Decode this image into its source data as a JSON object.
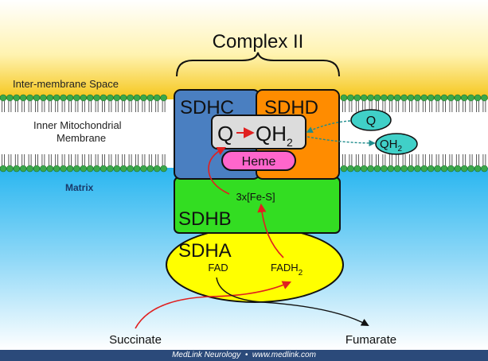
{
  "title": "Complex II",
  "regions": {
    "intermembrane": "Inter-membrane Space",
    "inner_membrane_line1": "Inner Mitochondrial",
    "inner_membrane_line2": "Membrane",
    "matrix": "Matrix"
  },
  "subunits": {
    "sdhc": "SDHC",
    "sdhd": "SDHD",
    "sdhb": "SDHB",
    "sdha": "SDHA"
  },
  "cofactors": {
    "q": "Q",
    "arrow": "→",
    "qh_base": "QH",
    "qh_sub": "2",
    "heme": "Heme",
    "fes": "3x[Fe-S]",
    "fad": "FAD",
    "fadh_base": "FADH",
    "fadh_sub": "2"
  },
  "pool": {
    "q": "Q",
    "qh_base": "QH",
    "qh_sub": "2"
  },
  "substrates": {
    "succinate": "Succinate",
    "fumarate": "Fumarate"
  },
  "footer": {
    "source": "MedLink Neurology",
    "separator": "•",
    "url": "www.medlink.com"
  },
  "colors": {
    "intermembrane_gold": "#f5c518",
    "matrix_blue": "#29b6f0",
    "sdhc_blue": "#4a7fc1",
    "sdhd_orange": "#ff8c00",
    "sdhb_green": "#33dd22",
    "sdha_yellow": "#ffff00",
    "heme_pink": "#ff66cc",
    "q_teal": "#40d0c8",
    "lipid_green": "#3aa84a",
    "arrow_red": "#e02020",
    "footer_navy": "#2b4a7a"
  }
}
